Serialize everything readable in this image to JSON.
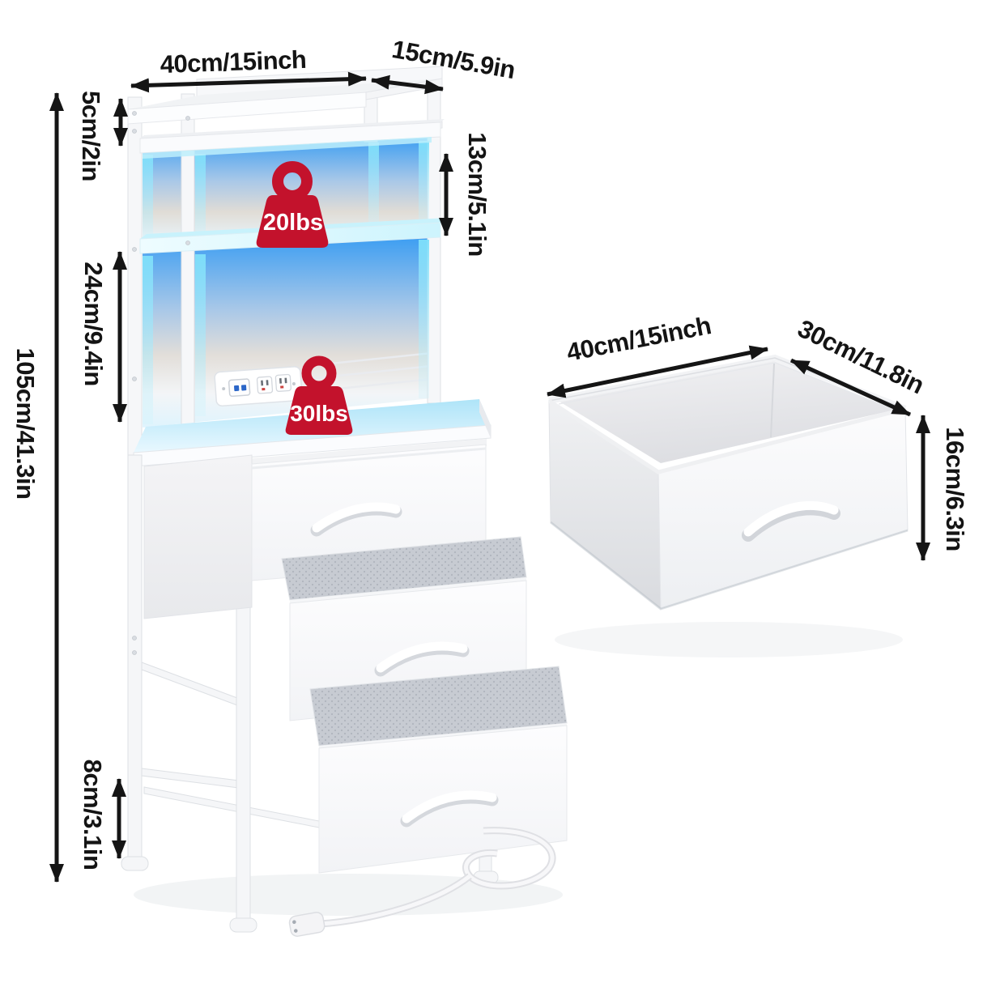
{
  "title": "LED nightstand with charging station - dimensions infographic",
  "colors": {
    "background": "#ffffff",
    "badge_red": "#c3122c",
    "badge_text": "#ffffff",
    "led_blue": "#3d9ef2",
    "led_cyan": "#8ee9fb",
    "desktop_blue": "#cfeefb",
    "arrow_black": "#151515",
    "usb_blue": "#2b66c8"
  },
  "icons": {
    "weight_badge": "weight-capacity-icon",
    "dimension_arrow": "double-headed-arrow-icon",
    "power_strip": "outlet-usb-charging-strip-icon",
    "power_plug": "power-plug-icon"
  },
  "main_unit": {
    "dims": {
      "width": "40cm/15inch",
      "depth": "15cm/5.9in",
      "top_rim": "5cm/2in",
      "shelf_gap": "13cm/5.1in",
      "hutch_opening": "24cm/9.4in",
      "overall_height": "105cm/41.3in",
      "leg_clearance": "8cm/3.1in"
    },
    "badges": {
      "shelf_capacity": "20lbs",
      "desktop_capacity": "30lbs"
    }
  },
  "drawer_detail": {
    "dims": {
      "width": "40cm/15inch",
      "depth": "30cm/11.8in",
      "height": "16cm/6.3in"
    }
  }
}
